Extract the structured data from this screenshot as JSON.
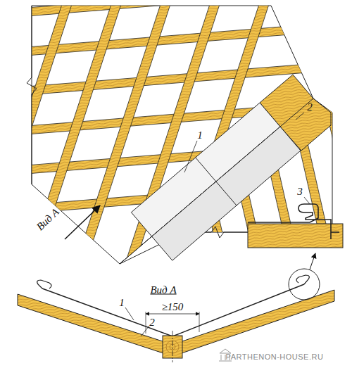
{
  "diagram": {
    "labels": [
      "1",
      "2",
      "Вид А",
      "Вид А",
      "1",
      "2",
      "≥150",
      "3",
      "PARTHENON-HOUSE.RU"
    ]
  }
}
